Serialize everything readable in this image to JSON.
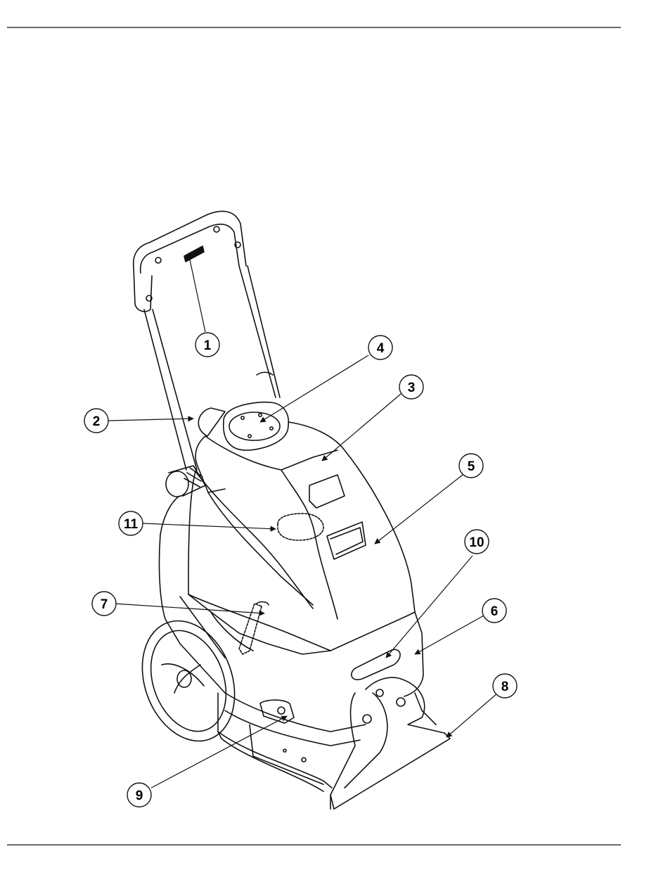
{
  "diagram": {
    "callouts": [
      {
        "id": "1",
        "label": "1"
      },
      {
        "id": "2",
        "label": "2"
      },
      {
        "id": "3",
        "label": "3"
      },
      {
        "id": "4",
        "label": "4"
      },
      {
        "id": "5",
        "label": "5"
      },
      {
        "id": "6",
        "label": "6"
      },
      {
        "id": "7",
        "label": "7"
      },
      {
        "id": "8",
        "label": "8"
      },
      {
        "id": "9",
        "label": "9"
      },
      {
        "id": "10",
        "label": "10"
      },
      {
        "id": "11",
        "label": "11"
      }
    ]
  },
  "colors": {
    "ink": "#111111",
    "background": "#ffffff"
  }
}
